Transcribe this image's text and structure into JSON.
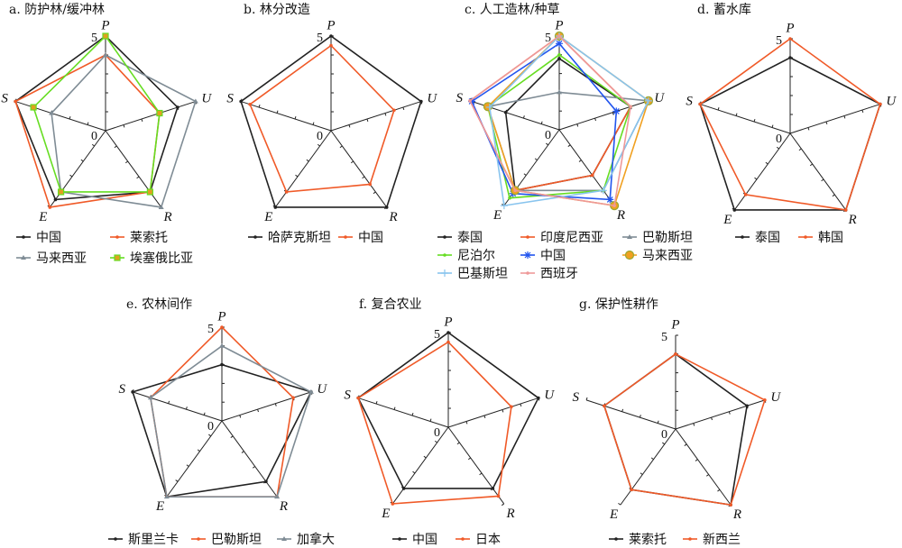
{
  "chart_data": [
    {
      "type": "radar",
      "title": "a. 防护林/缓冲林",
      "axes": [
        "P",
        "U",
        "R",
        "E",
        "S"
      ],
      "range": [
        0,
        5
      ],
      "tick_labels": [
        "0",
        "5"
      ],
      "series": [
        {
          "name": "中国",
          "color": "#222222",
          "marker": "dot",
          "values": [
            5,
            4,
            4,
            4.5,
            5
          ]
        },
        {
          "name": "莱索托",
          "color": "#f05a28",
          "marker": "dot",
          "values": [
            4,
            3,
            4,
            5,
            5
          ]
        },
        {
          "name": "马来西亚",
          "color": "#7f8c95",
          "marker": "triangle",
          "values": [
            4,
            5,
            5,
            4,
            3
          ]
        },
        {
          "name": "埃塞俄比亚",
          "color": "#66dd22",
          "marker": "square",
          "values": [
            5,
            3,
            4,
            4,
            4
          ]
        }
      ]
    },
    {
      "type": "radar",
      "title": "b. 林分改造",
      "axes": [
        "P",
        "U",
        "R",
        "E",
        "S"
      ],
      "range": [
        0,
        5
      ],
      "tick_labels": [
        "0",
        "5"
      ],
      "series": [
        {
          "name": "哈萨克斯坦",
          "color": "#222222",
          "marker": "dot",
          "values": [
            5,
            5,
            5,
            5,
            5
          ]
        },
        {
          "name": "中国",
          "color": "#f05a28",
          "marker": "dot",
          "values": [
            4.5,
            3.5,
            3.5,
            4,
            4.5
          ]
        }
      ]
    },
    {
      "type": "radar",
      "title": "c. 人工造林/种草",
      "axes": [
        "P",
        "U",
        "R",
        "E",
        "S"
      ],
      "range": [
        0,
        5
      ],
      "tick_labels": [
        "0",
        "5"
      ],
      "series": [
        {
          "name": "泰国",
          "color": "#222222",
          "marker": "dot",
          "values": [
            3.8,
            4,
            3,
            4,
            3
          ]
        },
        {
          "name": "印度尼西亚",
          "color": "#f05a28",
          "marker": "dot",
          "values": [
            5,
            4,
            3,
            4,
            5
          ]
        },
        {
          "name": "巴勒斯坦",
          "color": "#7f8c95",
          "marker": "triangle",
          "values": [
            2,
            5,
            4,
            4,
            4
          ]
        },
        {
          "name": "尼泊尔",
          "color": "#66dd22",
          "marker": "dot",
          "values": [
            4,
            4,
            4,
            4.5,
            4
          ]
        },
        {
          "name": "中国",
          "color": "#2255ee",
          "marker": "star",
          "values": [
            4.6,
            3.2,
            4.6,
            4.2,
            4.9
          ]
        },
        {
          "name": "马来西亚",
          "color": "#f0a020",
          "marker": "circle",
          "values": [
            5,
            5,
            5,
            4,
            4
          ]
        },
        {
          "name": "巴基斯坦",
          "color": "#88c4ee",
          "marker": "plus",
          "values": [
            5,
            5,
            4,
            5,
            3.9
          ]
        },
        {
          "name": "西班牙",
          "color": "#ee9999",
          "marker": "dot",
          "values": [
            5,
            4,
            5,
            4,
            5
          ]
        }
      ]
    },
    {
      "type": "radar",
      "title": "d. 蓄水库",
      "axes": [
        "P",
        "U",
        "R",
        "E",
        "S"
      ],
      "range": [
        0,
        5
      ],
      "tick_labels": [
        "0",
        "5"
      ],
      "series": [
        {
          "name": "泰国",
          "color": "#222222",
          "marker": "dot",
          "values": [
            4,
            5,
            5,
            5,
            5
          ]
        },
        {
          "name": "韩国",
          "color": "#f05a28",
          "marker": "dot",
          "values": [
            5,
            5,
            5,
            4,
            5
          ]
        }
      ]
    },
    {
      "type": "radar",
      "title": "e. 农林间作",
      "axes": [
        "P",
        "U",
        "R",
        "E",
        "S"
      ],
      "range": [
        0,
        5
      ],
      "tick_labels": [
        "0",
        "5"
      ],
      "series": [
        {
          "name": "斯里兰卡",
          "color": "#222222",
          "marker": "dot",
          "values": [
            3,
            5,
            4,
            5,
            5
          ]
        },
        {
          "name": "巴勒斯坦",
          "color": "#f05a28",
          "marker": "dot",
          "values": [
            5,
            4,
            5,
            5,
            4
          ]
        },
        {
          "name": "加拿大",
          "color": "#7f8c95",
          "marker": "triangle",
          "values": [
            4,
            5,
            5,
            5,
            4
          ]
        }
      ]
    },
    {
      "type": "radar",
      "title": "f. 复合农业",
      "axes": [
        "P",
        "U",
        "R",
        "E",
        "S"
      ],
      "range": [
        0,
        5
      ],
      "tick_labels": [
        "0",
        "5"
      ],
      "series": [
        {
          "name": "中国",
          "color": "#222222",
          "marker": "dot",
          "values": [
            5,
            5,
            4,
            4,
            5
          ]
        },
        {
          "name": "日本",
          "color": "#f05a28",
          "marker": "dot",
          "values": [
            4.5,
            3.5,
            4.5,
            5,
            5
          ]
        }
      ]
    },
    {
      "type": "radar",
      "title": "g. 保护性耕作",
      "axes": [
        "P",
        "U",
        "R",
        "E",
        "S"
      ],
      "range": [
        0,
        5
      ],
      "tick_labels": [
        "0",
        "5"
      ],
      "series": [
        {
          "name": "莱索托",
          "color": "#222222",
          "marker": "dot",
          "values": [
            4,
            4,
            5,
            4,
            4
          ]
        },
        {
          "name": "新西兰",
          "color": "#f05a28",
          "marker": "dot",
          "values": [
            4,
            5,
            5,
            4,
            4
          ]
        }
      ]
    }
  ]
}
